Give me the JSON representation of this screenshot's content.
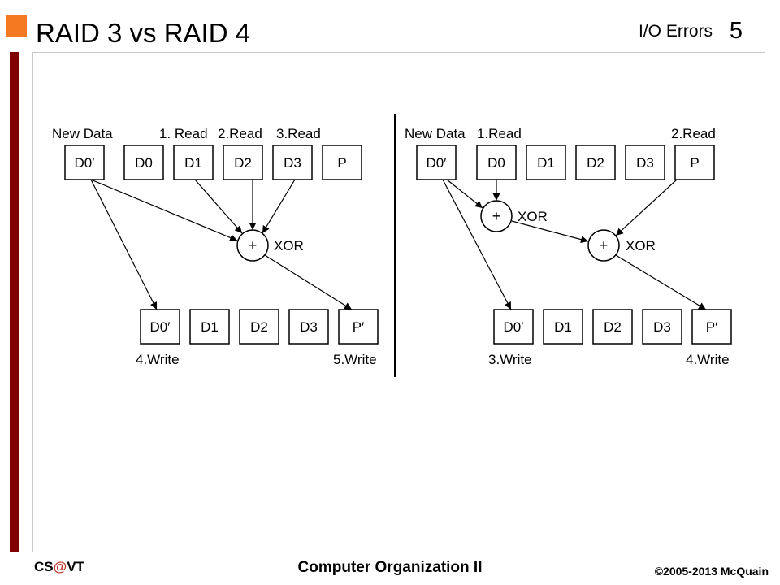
{
  "slide": {
    "title": "RAID 3 vs RAID 4",
    "topic": "I/O Errors",
    "page_number": "5"
  },
  "diagram": {
    "raid3": {
      "new_data_label": "New Data",
      "read_labels": [
        "1. Read",
        "2.Read",
        "3.Read"
      ],
      "top_blocks": [
        "D0′",
        "D0",
        "D1",
        "D2",
        "D3",
        "P"
      ],
      "xor_symbol": "+",
      "xor_label": "XOR",
      "bottom_blocks": [
        "D0′",
        "D1",
        "D2",
        "D3",
        "P′"
      ],
      "write_labels": [
        "4.Write",
        "5.Write"
      ]
    },
    "raid4": {
      "new_data_label": "New Data",
      "read_labels": [
        "1.Read",
        "2.Read"
      ],
      "top_blocks": [
        "D0′",
        "D0",
        "D1",
        "D2",
        "D3",
        "P"
      ],
      "xor1_symbol": "+",
      "xor1_label": "XOR",
      "xor2_symbol": "+",
      "xor2_label": "XOR",
      "bottom_blocks": [
        "D0′",
        "D1",
        "D2",
        "D3",
        "P′"
      ],
      "write_labels": [
        "3.Write",
        "4.Write"
      ]
    }
  },
  "footer": {
    "left_prefix": "CS",
    "left_at": "@",
    "left_suffix": "VT",
    "center": "Computer Organization II",
    "right": "©2005-2013 McQuain"
  },
  "colors": {
    "accent_orange": "#f47920",
    "bar_maroon": "#800000",
    "at_sign": "#c0392b"
  }
}
